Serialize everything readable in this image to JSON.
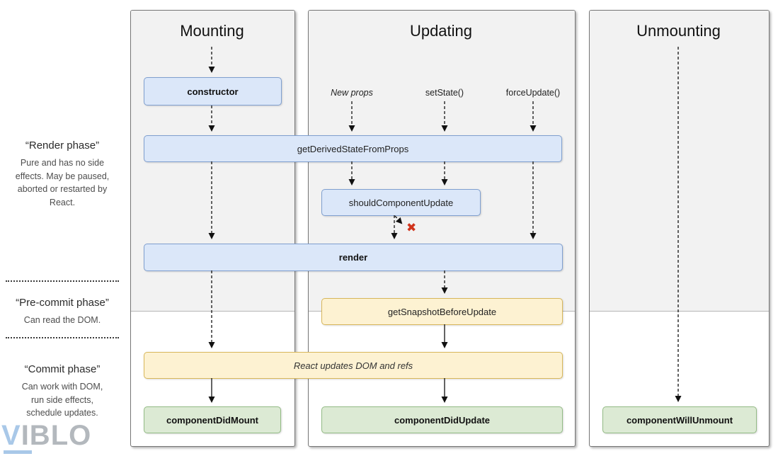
{
  "sidebar": {
    "render_phase": {
      "title": "“Render phase”",
      "description": "Pure and has no side effects. May be paused, aborted or restarted by React."
    },
    "pre_commit_phase": {
      "title": "“Pre-commit phase”",
      "description": "Can read the DOM."
    },
    "commit_phase": {
      "title": "“Commit phase”",
      "description": "Can work with DOM, run side effects, schedule updates."
    }
  },
  "columns": {
    "mounting": {
      "title": "Mounting"
    },
    "updating": {
      "title": "Updating",
      "triggers": [
        "New props",
        "setState()",
        "forceUpdate()"
      ]
    },
    "unmounting": {
      "title": "Unmounting"
    }
  },
  "nodes": {
    "constructor": "constructor",
    "getDerivedStateFromProps": "getDerivedStateFromProps",
    "shouldComponentUpdate": "shouldComponentUpdate",
    "render": "render",
    "getSnapshotBeforeUpdate": "getSnapshotBeforeUpdate",
    "reactUpdatesDom": "React updates DOM and refs",
    "componentDidMount": "componentDidMount",
    "componentDidUpdate": "componentDidUpdate",
    "componentWillUnmount": "componentWillUnmount"
  },
  "icons": {
    "cancel_x": "✖"
  },
  "watermark": {
    "v": "V",
    "rest": "IBLO"
  },
  "colors": {
    "blue_fill": "#dbe7f9",
    "blue_border": "#7f9fcf",
    "yellow_fill": "#fdf2d2",
    "yellow_border": "#d8b75a",
    "green_fill": "#dcead4",
    "green_border": "#93bb85",
    "panel_bg": "#f2f2f2",
    "panel_border": "#777777",
    "red_x": "#d0341c",
    "watermark_v": "#a9c8e8",
    "watermark_text": "#b3b8bd"
  }
}
